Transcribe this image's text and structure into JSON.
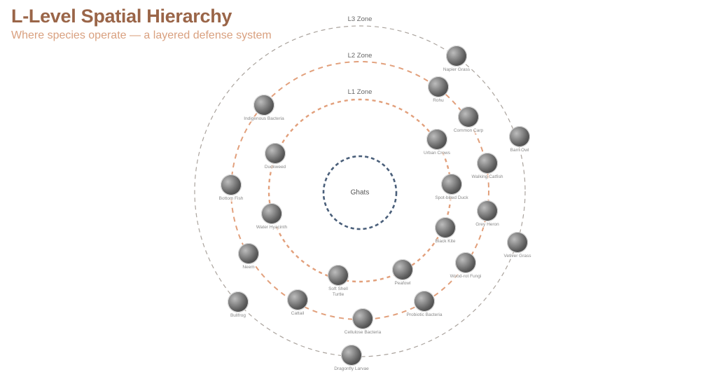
{
  "header": {
    "title": "L-Level Spatial Hierarchy",
    "subtitle": "Where species operate — a layered defense system"
  },
  "colors": {
    "title": "#9a6548",
    "subtitle": "#d9a07f",
    "l1": "#e2a07c",
    "l2": "#e2a07c",
    "l3": "#aaa39d",
    "core": "#4a5f7a"
  },
  "zones": {
    "l3": "L3 Zone",
    "l2": "L2 Zone",
    "l1": "L1 Zone",
    "core": "Ghats"
  },
  "species": [
    {
      "name": "Napier Grass",
      "zone": "L3"
    },
    {
      "name": "Rohu",
      "zone": "L2"
    },
    {
      "name": "Common Carp",
      "zone": "L2"
    },
    {
      "name": "Urban Crows",
      "zone": "L1"
    },
    {
      "name": "Barn Owl",
      "zone": "L3"
    },
    {
      "name": "Walking Catfish",
      "zone": "L2"
    },
    {
      "name": "Indigenous Bacteria",
      "zone": "L2"
    },
    {
      "name": "Duckweed",
      "zone": "L1"
    },
    {
      "name": "Bottom Fish",
      "zone": "L2"
    },
    {
      "name": "Water Hyacinth",
      "zone": "L1"
    },
    {
      "name": "Spot-billed Duck",
      "zone": "L1"
    },
    {
      "name": "Grey Heron",
      "zone": "L2"
    },
    {
      "name": "Black Kite",
      "zone": "L1"
    },
    {
      "name": "Vetiver Grass",
      "zone": "L3"
    },
    {
      "name": "Neem",
      "zone": "L2"
    },
    {
      "name": "Wood-rot Fungi",
      "zone": "L2"
    },
    {
      "name": "Peafowl",
      "zone": "L1"
    },
    {
      "name": "Soft Shell Turtle",
      "zone": "L1"
    },
    {
      "name": "Probiotic Bacteria",
      "zone": "L2"
    },
    {
      "name": "Bullfrog",
      "zone": "L3"
    },
    {
      "name": "Cattail",
      "zone": "L2"
    },
    {
      "name": "Cellulose Bacteria",
      "zone": "L2"
    },
    {
      "name": "Dragonfly Larvae",
      "zone": "L3"
    }
  ]
}
